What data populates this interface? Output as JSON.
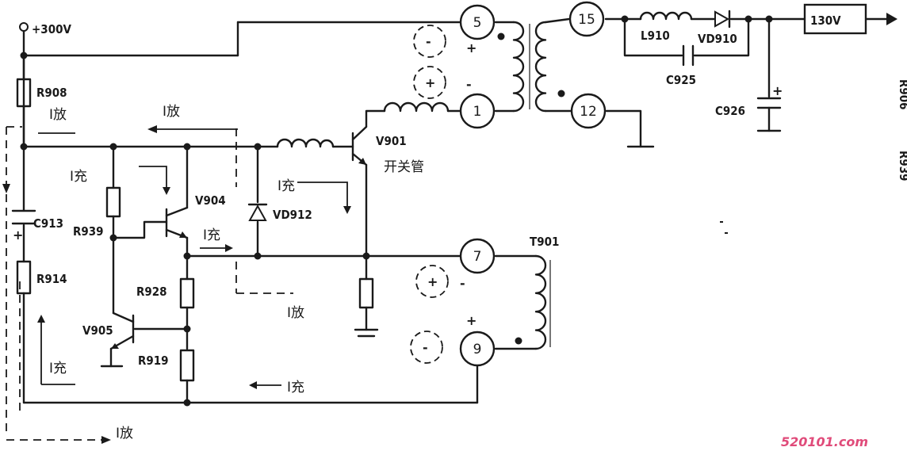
{
  "supply": {
    "voltage": "+300V",
    "output": "130V"
  },
  "components": {
    "R908": "R908",
    "C913": "C913",
    "R914": "R914",
    "R939": "R939",
    "V904": "V904",
    "V905": "V905",
    "R928": "R928",
    "R919": "R919",
    "V901": "V901",
    "V901_desc": "开关管",
    "VD912": "VD912",
    "L910": "L910",
    "VD910": "VD910",
    "C925": "C925",
    "C926": "C926",
    "T901": "T901",
    "R906_side": "R906",
    "R939_side": "R939"
  },
  "transformer_pins": {
    "p5": "5",
    "p1": "1",
    "p15": "15",
    "p12": "12",
    "p7": "7",
    "p9": "9"
  },
  "polarity": {
    "plus": "+",
    "minus": "-"
  },
  "currents": {
    "discharge": "I放",
    "charge": "I充"
  },
  "watermark": "520101.com"
}
